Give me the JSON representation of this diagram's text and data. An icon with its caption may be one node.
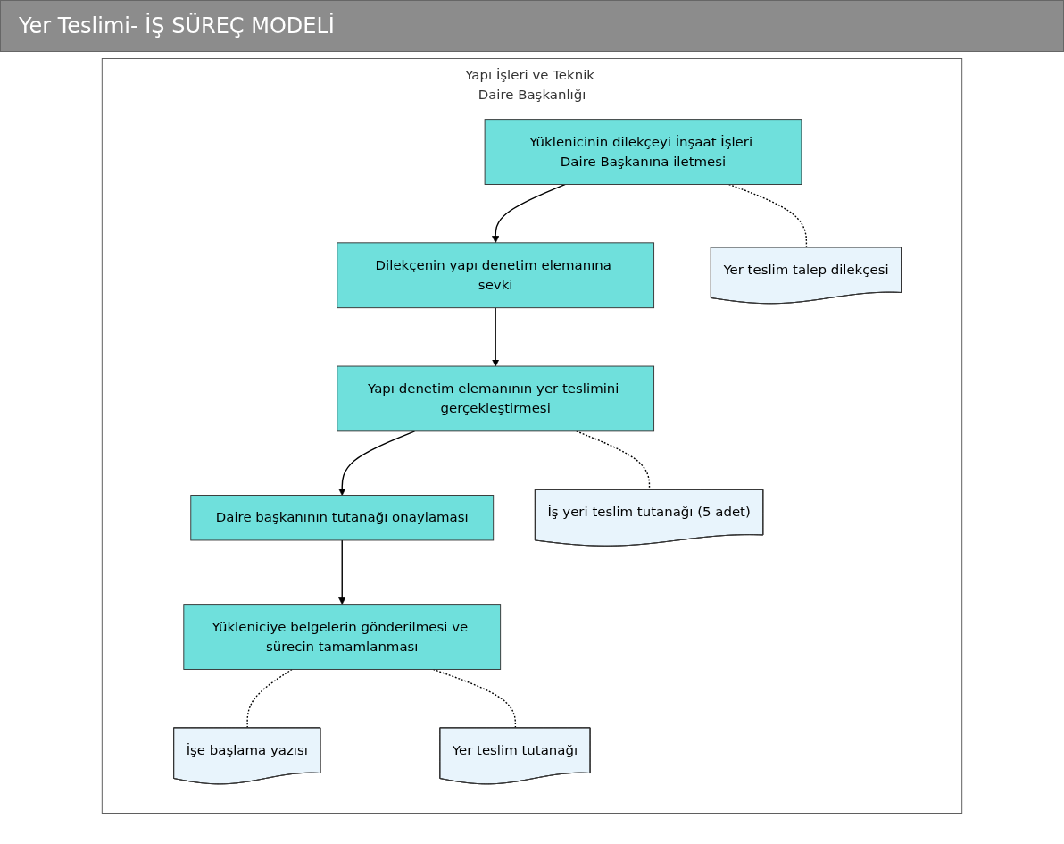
{
  "diagram": {
    "title": "Yer Teslimi- İŞ SÜREÇ MODELİ",
    "nodes": [
      {
        "text": [
          "Yapı İşleri ve Teknik Daire Başkanlığı"
        ]
      },
      {
        "text": [
          "Yüklenicinin dilekçeyi İnşaat İşleri Daire Başkanına iletmesi"
        ],
        "in": 0
      },
      {
        "text": [
          "Yer teslim talep dilekçesi"
        ],
        "in": 0
      },
      {
        "text": [
          "Dilekçenin yapı denetim elemanına sevki"
        ],
        "in": 0
      },
      {
        "text": [
          "Yapı denetim elemanının yer teslimini gerçekleştirmesi"
        ],
        "in": 0
      },
      {
        "text": [
          "İş yeri teslim tutanağı (5 adet)"
        ],
        "in": 0
      },
      {
        "text": [
          "Daire başkanının tutanağı onaylaması"
        ],
        "in": 0
      },
      {
        "text": [
          "İşe başlama yazısı"
        ],
        "in": 0
      },
      {
        "text": [
          "Yükleniciye belgelerin gönderilmesi ve sürecin tamamlanması"
        ],
        "in": 0
      },
      {
        "text": [
          "Yer teslim tutanağı"
        ],
        "in": 0
      }
    ],
    "edges": [
      {
        "from": 1,
        "to": 3,
        "arrow": "to"
      },
      {
        "from": 3,
        "to": 4,
        "arrow": "to"
      },
      {
        "from": 4,
        "to": 6,
        "arrow": "to"
      },
      {
        "from": 6,
        "to": 8,
        "arrow": "to"
      },
      {
        "from": 1,
        "to": 2,
        "arrow": "none",
        "style": "dashed"
      },
      {
        "from": 4,
        "to": 5,
        "arrow": "none",
        "style": "dashed"
      },
      {
        "from": 8,
        "to": 7,
        "arrow": "none",
        "style": "dashed"
      },
      {
        "from": 8,
        "to": 9,
        "arrow": "none",
        "style": "dashed"
      }
    ]
  }
}
